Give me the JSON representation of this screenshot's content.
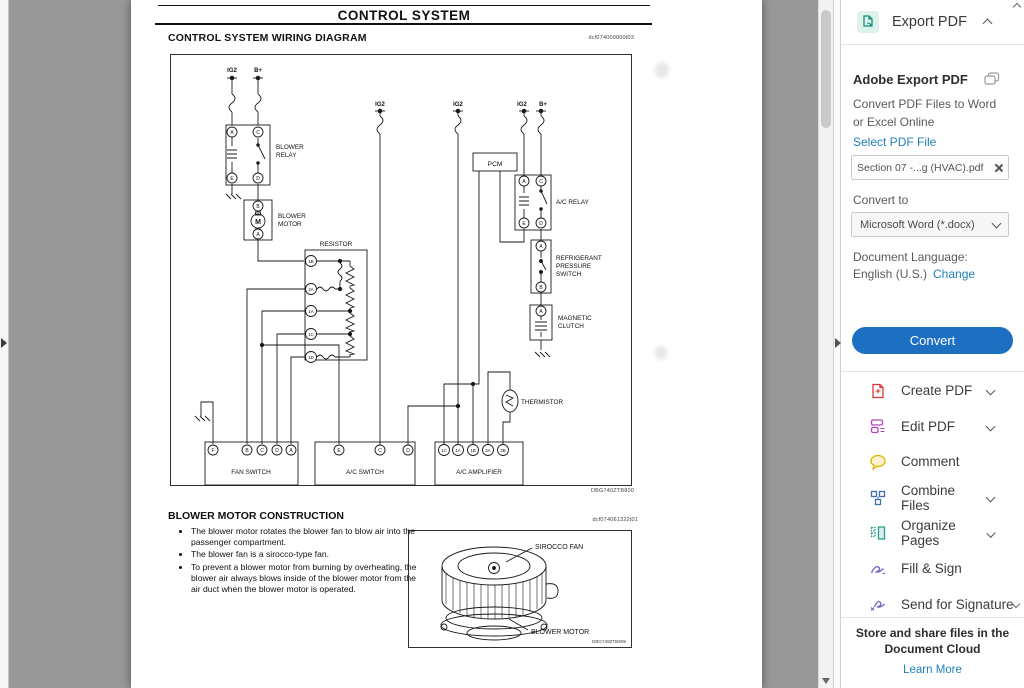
{
  "colors": {
    "convert_button": "#1d6fc2",
    "link": "#1f7fb8",
    "export_icon_teal": "#11907c",
    "create_pdf_red": "#d7372f",
    "edit_pdf_magenta": "#b241b8",
    "comment_yellow": "#e0b000",
    "combine_blue": "#3f6db5",
    "organize_teal": "#2d9d8f",
    "sign_purple": "#7a5fc0",
    "canvas_gray": "#989898"
  },
  "page": {
    "title": "CONTROL SYSTEM",
    "section_heading": "CONTROL SYSTEM WIRING DIAGRAM",
    "code_top_right": "dcf074000000t03",
    "code_bottom_right": "DBG740ZTB800",
    "diagram": {
      "power_labels": [
        "IG2",
        "B+",
        "IG2",
        "IG2",
        "IG2",
        "B+"
      ],
      "labels": {
        "blower_relay": [
          "BLOWER",
          "RELAY"
        ],
        "blower_motor": [
          "BLOWER",
          "MOTOR"
        ],
        "resistor": "RESISTOR",
        "pcm": "PCM",
        "ac_relay": "A/C RELAY",
        "refrigerant_pressure_switch": [
          "REFRIGERANT",
          "PRESSURE",
          "SWITCH"
        ],
        "magnetic_clutch": [
          "MAGNETIC",
          "CLUTCH"
        ],
        "thermistor": "THERMISTOR",
        "fan_switch": "FAN SWITCH",
        "ac_switch": "A/C SWITCH",
        "ac_amplifier": "A/C AMPLIFIER"
      },
      "terminals": {
        "relay": [
          "A",
          "C",
          "E",
          "D"
        ],
        "motor": [
          "B",
          "M",
          "A"
        ],
        "resistor": [
          "1B",
          "2A",
          "1A",
          "1C",
          "1D"
        ],
        "ac_relay": [
          "A",
          "C",
          "E",
          "D"
        ],
        "rps": [
          "A",
          "B"
        ],
        "clutch": [
          "A"
        ],
        "fan_switch": [
          "F",
          "B",
          "C",
          "D",
          "A"
        ],
        "ac_switch": [
          "E",
          "C",
          "D"
        ],
        "amplifier": [
          "1C",
          "1A",
          "1B",
          "2A",
          "2B"
        ]
      }
    },
    "construction": {
      "heading": "BLOWER MOTOR CONSTRUCTION",
      "code_top": "dcf074061322t01",
      "bullets": [
        "The blower motor rotates the blower fan to blow air into the passenger compartment.",
        "The blower fan is a sirocco-type fan.",
        "To prevent a blower motor from burning by overheating, the blower air always blows inside of the blower motor from the air duct when the blower motor is operated."
      ],
      "fig_label_fan": "SIROCCO FAN",
      "fig_label_motor": "BLOWER MOTOR",
      "fig_code": "DBG749ZTB909"
    }
  },
  "sidebar": {
    "panel_title": "Export PDF",
    "brand": "Adobe Export PDF",
    "description": "Convert PDF Files to Word or Excel Online",
    "select_link": "Select PDF File",
    "file_name": "Section 07 -...g (HVAC).pdf",
    "convert_to_label": "Convert to",
    "format": "Microsoft Word (*.docx)",
    "language_label": "Document Language:",
    "language_value": "English (U.S.)",
    "change_link": "Change",
    "convert_button": "Convert",
    "tools": [
      {
        "label": "Create PDF",
        "chevron": true
      },
      {
        "label": "Edit PDF",
        "chevron": true
      },
      {
        "label": "Comment",
        "chevron": false
      },
      {
        "label": "Combine Files",
        "chevron": true
      },
      {
        "label": "Organize Pages",
        "chevron": true
      },
      {
        "label": "Fill & Sign",
        "chevron": false
      },
      {
        "label": "Send for Signature",
        "chevron": false
      }
    ],
    "footer_text": "Store and share files in the Document Cloud",
    "footer_link": "Learn More"
  }
}
